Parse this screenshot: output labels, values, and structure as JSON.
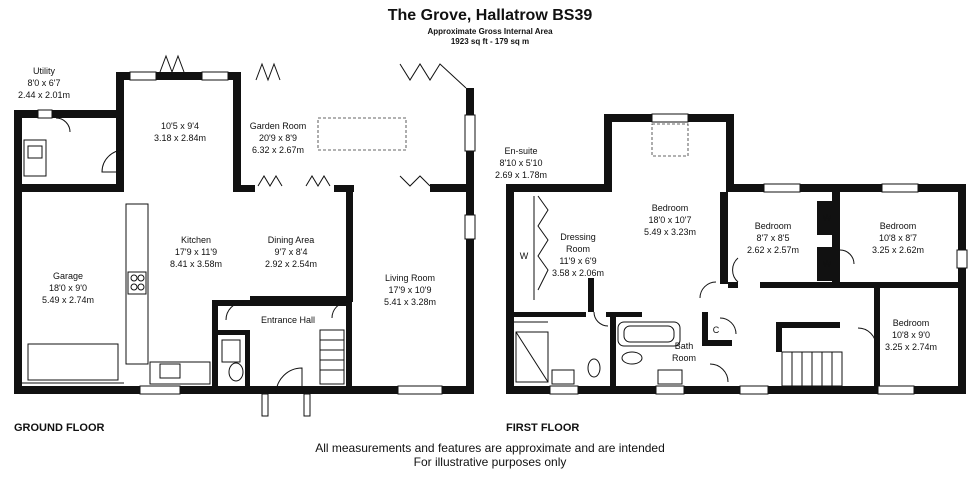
{
  "header": {
    "title": "The Grove, Hallatrow BS39",
    "subtitle_area": "Approximate Gross Internal Area",
    "subtitle_size": "1923 sq ft - 179 sq m"
  },
  "ground_floor": {
    "label": "GROUND FLOOR",
    "rooms": {
      "utility": {
        "name": "Utility",
        "imperial": "8'0 x 6'7",
        "metric": "2.44 x 2.01m"
      },
      "kitchen_top": {
        "imperial": "10'5 x 9'4",
        "metric": "3.18 x 2.84m"
      },
      "garden_room": {
        "name": "Garden Room",
        "imperial": "20'9 x 8'9",
        "metric": "6.32 x 2.67m"
      },
      "kitchen": {
        "name": "Kitchen",
        "imperial": "17'9 x 11'9",
        "metric": "8.41 x 3.58m"
      },
      "dining": {
        "name": "Dining Area",
        "imperial": "9'7 x 8'4",
        "metric": "2.92 x 2.54m"
      },
      "garage": {
        "name": "Garage",
        "imperial": "18'0 x 9'0",
        "metric": "5.49 x 2.74m"
      },
      "living": {
        "name": "Living Room",
        "imperial": "17'9 x 10'9",
        "metric": "5.41 x 3.28m"
      },
      "hall": {
        "name": "Entrance Hall"
      }
    }
  },
  "first_floor": {
    "label": "FIRST FLOOR",
    "rooms": {
      "ensuite": {
        "name": "En-suite",
        "imperial": "8'10 x 5'10",
        "metric": "2.69 x 1.78m"
      },
      "dressing": {
        "name_1": "Dressing",
        "name_2": "Room",
        "imperial": "11'9 x 6'9",
        "metric": "3.58 x 2.06m"
      },
      "bed_main": {
        "name": "Bedroom",
        "imperial": "18'0 x 10'7",
        "metric": "5.49 x 3.23m"
      },
      "bed_2": {
        "name": "Bedroom",
        "imperial": "8'7 x 8'5",
        "metric": "2.62 x 2.57m"
      },
      "bed_3": {
        "name": "Bedroom",
        "imperial": "10'8 x 8'7",
        "metric": "3.25 x 2.62m"
      },
      "bed_4": {
        "name": "Bedroom",
        "imperial": "10'8 x 9'0",
        "metric": "3.25 x 2.74m"
      },
      "bath": {
        "name_1": "Bath",
        "name_2": "Room"
      },
      "wardrobe": "W",
      "cupboard": "C"
    }
  },
  "disclaimer": {
    "line1": "All measurements and features are approximate and are intended",
    "line2": "For illustrative purposes only"
  }
}
